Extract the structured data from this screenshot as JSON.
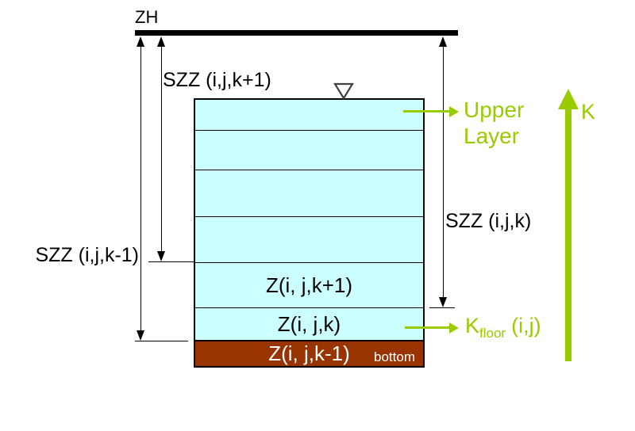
{
  "colors": {
    "layer_fill": "#CCFFFF",
    "bottom_fill": "#993300",
    "accent_green": "#99CC00",
    "line_black": "#000000"
  },
  "diagram": {
    "surface_label": "ZH",
    "szz_upper_label": "SZZ (i,j,k+1)",
    "szz_lower_label": "SZZ (i,j,k-1)",
    "szz_right_label": "SZZ (i,j,k)",
    "upper_layer_label": {
      "line1": "Upper",
      "line2": "Layer"
    },
    "k_axis_label": "K",
    "k_floor_label": {
      "base": "K",
      "sub": "floor",
      "args": "(i,j)"
    },
    "box": {
      "layers": [
        {
          "label": ""
        },
        {
          "label": ""
        },
        {
          "label": ""
        },
        {
          "label": ""
        },
        {
          "label": "Z(i, j,k+1)"
        },
        {
          "label": "Z(i, j,k)"
        },
        {
          "label": "Z(i, j,k-1)",
          "note": "bottom"
        }
      ]
    }
  }
}
